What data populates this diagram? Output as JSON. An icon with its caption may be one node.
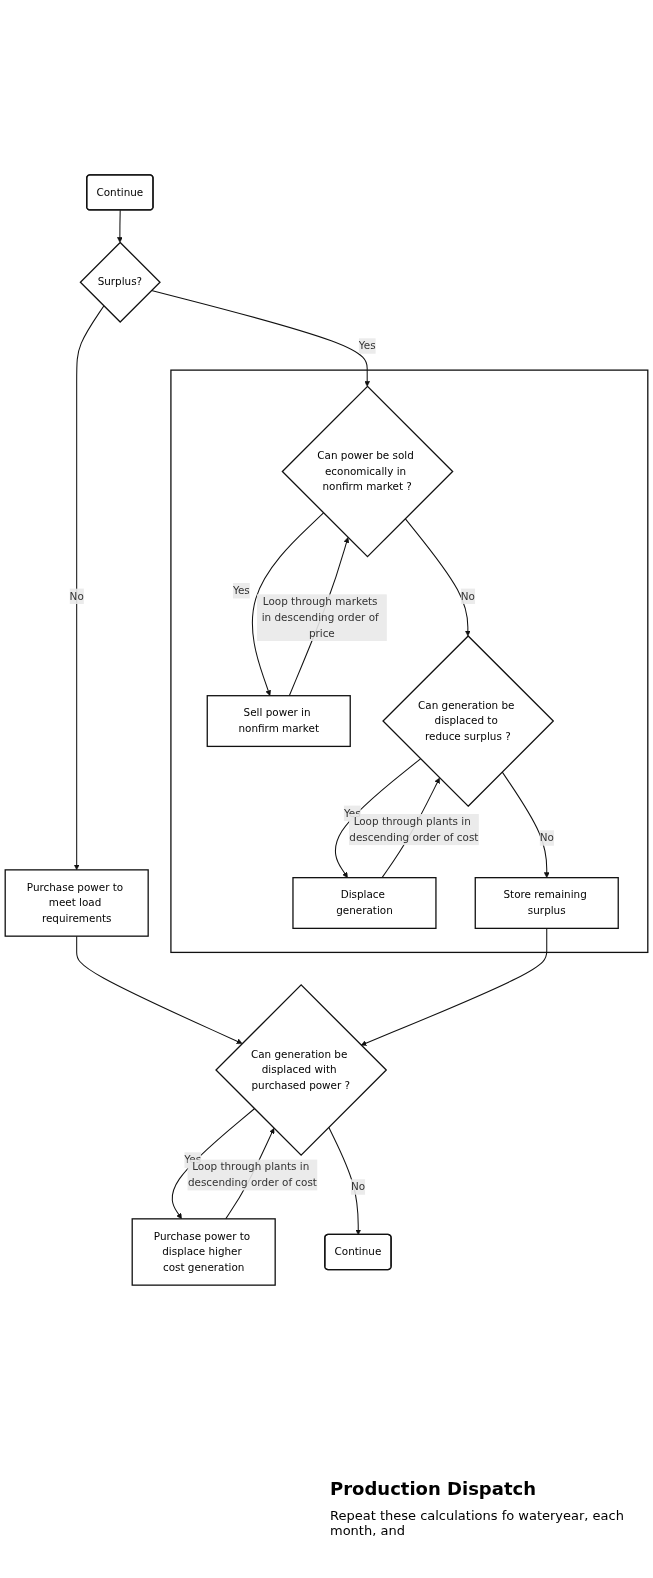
{
  "diagram": {
    "title": "Production Dispatch",
    "caption": "Repeat these calculations fo wateryear, each month, and",
    "nodes": [
      {
        "text": [
          "Continue"
        ]
      },
      {
        "text": [
          "Surplus?"
        ]
      },
      {
        "text": [
          "Purchase power to meet load requirements"
        ]
      },
      {
        "text": [],
        "shape": "box"
      },
      {
        "text": [
          "Can power be sold economically in nonfirm market ?"
        ],
        "in": 3
      },
      {
        "text": [
          "Sell power in nonfirm market"
        ],
        "in": 3
      },
      {
        "text": [
          "Can generation be displaced to reduce surplus ?"
        ],
        "in": 3
      },
      {
        "text": [
          "Displace generation"
        ],
        "in": 3
      },
      {
        "text": [
          "Store remaining surplus"
        ],
        "in": 3
      },
      {
        "text": [
          "Can generation be displaced with purchased power ?"
        ]
      },
      {
        "text": [
          "Purchase power to displace higher cost generation"
        ]
      },
      {
        "text": [
          "Continue"
        ]
      }
    ],
    "edges": [
      {
        "from": 0,
        "to": 1,
        "arrow": "to"
      },
      {
        "from": 1,
        "to": 2,
        "arrow": "to",
        "label": "No"
      },
      {
        "from": 2,
        "to": 9,
        "arrow": "to"
      },
      {
        "from": 1,
        "to": 4,
        "arrow": "to",
        "label": "Yes"
      },
      {
        "from": 4,
        "to": 5,
        "arrow": "to",
        "label": "Yes"
      },
      {
        "from": 5,
        "to": 4,
        "arrow": "to",
        "label": "Loop through markets in descending order of price"
      },
      {
        "from": 4,
        "to": 6,
        "arrow": "to",
        "label": "No"
      },
      {
        "from": 6,
        "to": 7,
        "arrow": "to",
        "label": "Yes"
      },
      {
        "from": 7,
        "to": 6,
        "arrow": "to",
        "label": "Loop through plants in descending order of cost"
      },
      {
        "from": 6,
        "to": 8,
        "arrow": "to",
        "label": "No"
      },
      {
        "from": 8,
        "to": 9,
        "arrow": "to"
      },
      {
        "from": 9,
        "to": 10,
        "arrow": "to",
        "label": "Yes"
      },
      {
        "from": 10,
        "to": 9,
        "arrow": "to",
        "label": "Loop through plants in descending order of cost"
      },
      {
        "from": 9,
        "to": 11,
        "arrow": "to",
        "label": "No"
      }
    ]
  }
}
